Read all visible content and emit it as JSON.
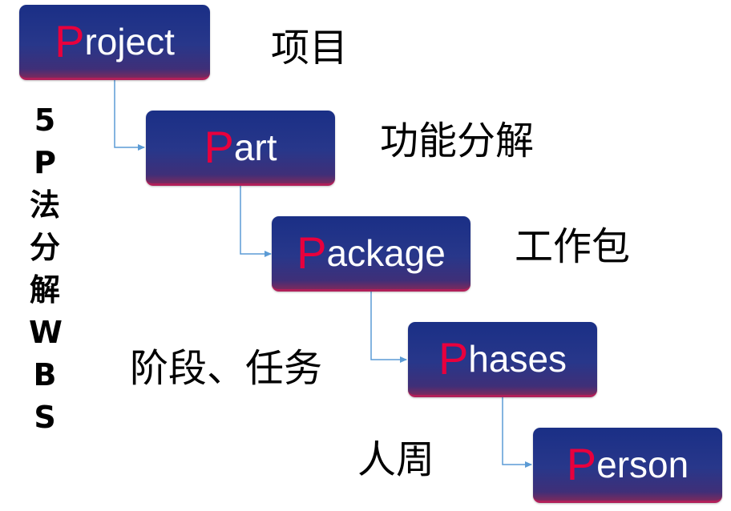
{
  "side_title": [
    "5",
    "P",
    "法",
    "分",
    "解",
    "W",
    "B",
    "S"
  ],
  "colors": {
    "box_top": "#1a2f86",
    "box_bottom": "#7a2a5e",
    "highlight": "#e8003d",
    "connector": "#5b9bd5"
  },
  "levels": [
    {
      "initial": "P",
      "rest": "roject",
      "label": "项目"
    },
    {
      "initial": "P",
      "rest": "art",
      "label": "功能分解"
    },
    {
      "initial": "P",
      "rest": "ackage",
      "label": "工作包"
    },
    {
      "initial": "P",
      "rest": "hases",
      "label": "阶段、任务"
    },
    {
      "initial": "P",
      "rest": "erson",
      "label": "人周"
    }
  ]
}
